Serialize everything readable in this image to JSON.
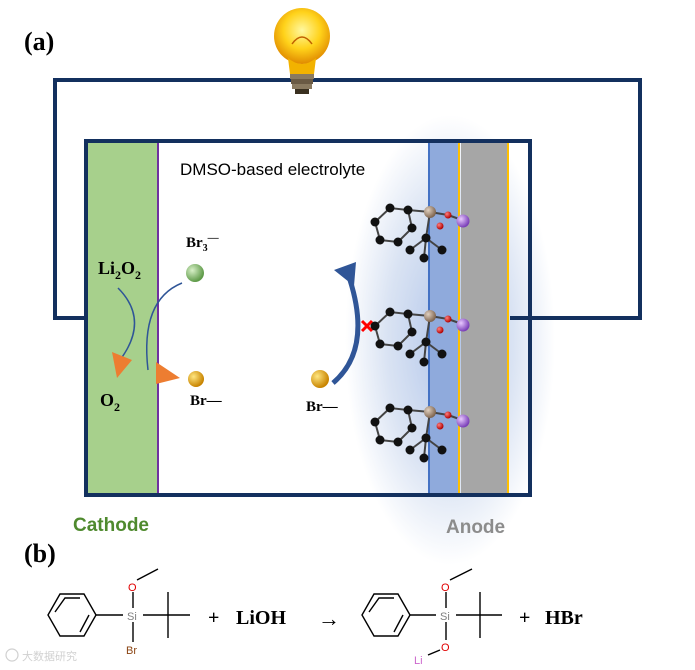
{
  "panel_a": {
    "label": "(a)",
    "electrolyte_label": "DMSO-based electrolyte",
    "cathode_label": "Cathode",
    "anode_label": "Anode",
    "li2o2": {
      "main": "Li",
      "sub1": "2",
      "mid": "O",
      "sub2": "2"
    },
    "o2": {
      "main": "O",
      "sub": "2"
    },
    "br3": {
      "main": "Br",
      "sub": "3",
      "sup": "—"
    },
    "br_left": "Br—",
    "br_right": "Br—"
  },
  "panel_b": {
    "label": "(b)",
    "reactant": {
      "o": "O",
      "si": "Si",
      "br": "Br"
    },
    "plus1": "+",
    "lioh": "LiOH",
    "arrow": "→",
    "product": {
      "o1": "O",
      "si": "Si",
      "o2": "O",
      "li": "Li"
    },
    "plus2": "+",
    "hbr": "HBr"
  },
  "watermark": "大数据研究",
  "colors": {
    "circuit": "#13305e",
    "cathode": "#a7d08c",
    "cathode_text": "#4f8a2e",
    "anode": "#a6a6a6",
    "anode_text": "#8c8c8c",
    "separator": "#8faadc",
    "anode_glow": "#b4c7e7",
    "arrow": "#2f5597",
    "triangle": "#ed7d31",
    "br3_ball": "#7fb86a",
    "br_ball": "#e0a000",
    "si_ball": "#a08770",
    "li_ball": "#9966cc",
    "o_ball": "#e00000"
  }
}
